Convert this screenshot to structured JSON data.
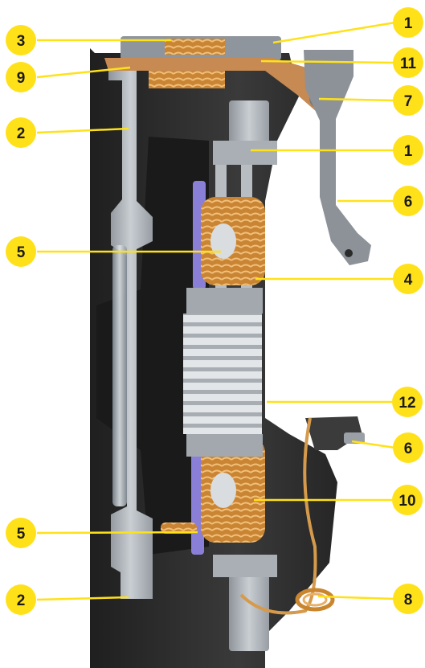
{
  "diagram": {
    "callouts": [
      {
        "id": "c-1-top",
        "text": "1"
      },
      {
        "id": "c-11",
        "text": "11"
      },
      {
        "id": "c-7",
        "text": "7"
      },
      {
        "id": "c-1-mid",
        "text": "1"
      },
      {
        "id": "c-6-top",
        "text": "6"
      },
      {
        "id": "c-4",
        "text": "4"
      },
      {
        "id": "c-12",
        "text": "12"
      },
      {
        "id": "c-6-bottom",
        "text": "6"
      },
      {
        "id": "c-10",
        "text": "10"
      },
      {
        "id": "c-8",
        "text": "8"
      },
      {
        "id": "c-3",
        "text": "3"
      },
      {
        "id": "c-9",
        "text": "9"
      },
      {
        "id": "c-2-top",
        "text": "2"
      },
      {
        "id": "c-5-top",
        "text": "5"
      },
      {
        "id": "c-5-bottom",
        "text": "5"
      },
      {
        "id": "c-2-bottom",
        "text": "2"
      }
    ],
    "colors": {
      "callout_fill": "#ffe11a",
      "callout_line": "#ffe11a",
      "housing_dark": "#2b2b2b",
      "housing_mid": "#3c3c3c",
      "steel_light": "#b9bec3",
      "steel_mid": "#9aa0a6",
      "spring_copper": "#d9943f",
      "friction_purple": "#8a7fd6"
    }
  }
}
